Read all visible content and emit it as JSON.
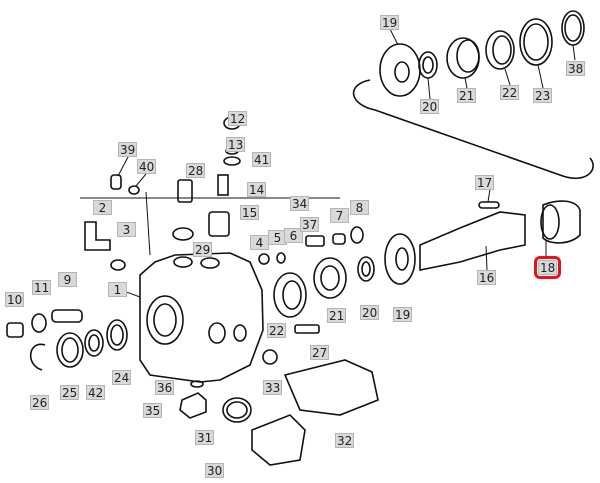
{
  "title": "Exploded parts diagram",
  "highlight_color": "#e8101a",
  "callouts": [
    {
      "id": "c19a",
      "text": "19"
    },
    {
      "id": "c20a",
      "text": "20"
    },
    {
      "id": "c21a",
      "text": "21"
    },
    {
      "id": "c22a",
      "text": "22"
    },
    {
      "id": "c23",
      "text": "23"
    },
    {
      "id": "c38",
      "text": "38"
    },
    {
      "id": "c12",
      "text": "12"
    },
    {
      "id": "c13",
      "text": "13"
    },
    {
      "id": "c41",
      "text": "41"
    },
    {
      "id": "c39",
      "text": "39"
    },
    {
      "id": "c40",
      "text": "40"
    },
    {
      "id": "c28",
      "text": "28"
    },
    {
      "id": "c14",
      "text": "14"
    },
    {
      "id": "c15",
      "text": "15"
    },
    {
      "id": "c2",
      "text": "2"
    },
    {
      "id": "c3",
      "text": "3"
    },
    {
      "id": "c29",
      "text": "29"
    },
    {
      "id": "c34",
      "text": "34"
    },
    {
      "id": "c4",
      "text": "4"
    },
    {
      "id": "c5",
      "text": "5"
    },
    {
      "id": "c6",
      "text": "6"
    },
    {
      "id": "c37",
      "text": "37"
    },
    {
      "id": "c7",
      "text": "7"
    },
    {
      "id": "c8",
      "text": "8"
    },
    {
      "id": "c17",
      "text": "17"
    },
    {
      "id": "c16",
      "text": "16"
    },
    {
      "id": "c18",
      "text": "18",
      "highlighted": true
    },
    {
      "id": "c1",
      "text": "1"
    },
    {
      "id": "c9",
      "text": "9"
    },
    {
      "id": "c11",
      "text": "11"
    },
    {
      "id": "c10",
      "text": "10"
    },
    {
      "id": "c22b",
      "text": "22"
    },
    {
      "id": "c21b",
      "text": "21"
    },
    {
      "id": "c20b",
      "text": "20"
    },
    {
      "id": "c19b",
      "text": "19"
    },
    {
      "id": "c27",
      "text": "27"
    },
    {
      "id": "c24",
      "text": "24"
    },
    {
      "id": "c25",
      "text": "25"
    },
    {
      "id": "c42",
      "text": "42"
    },
    {
      "id": "c26",
      "text": "26"
    },
    {
      "id": "c36",
      "text": "36"
    },
    {
      "id": "c33",
      "text": "33"
    },
    {
      "id": "c35",
      "text": "35"
    },
    {
      "id": "c31",
      "text": "31"
    },
    {
      "id": "c32",
      "text": "32"
    },
    {
      "id": "c30",
      "text": "30"
    }
  ]
}
